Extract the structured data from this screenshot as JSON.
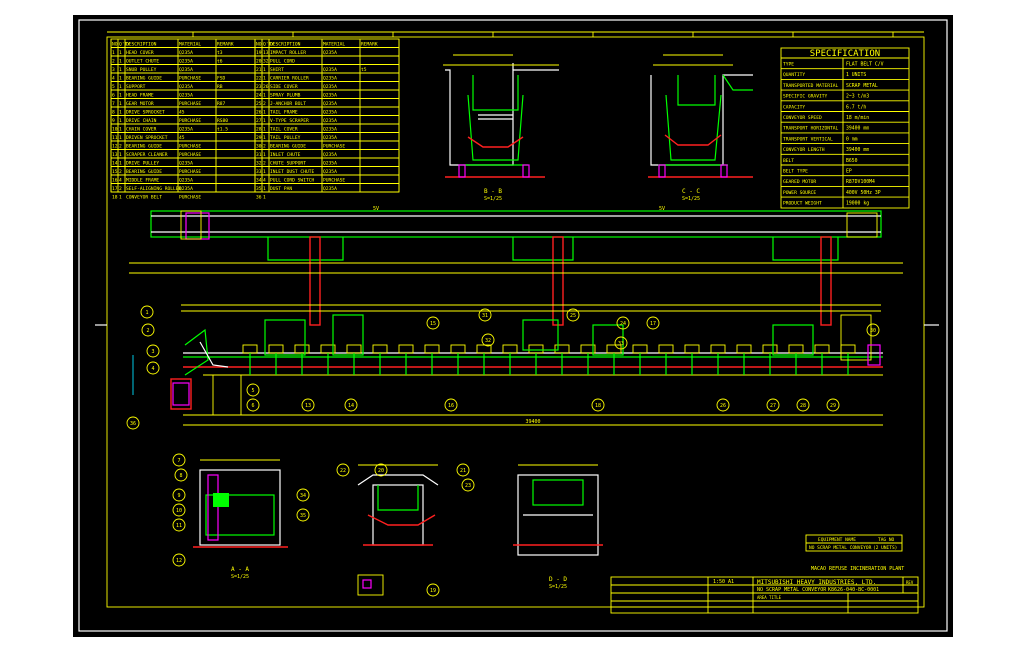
{
  "parts_header": [
    "NO",
    "Q'TY",
    "DESCRIPTION",
    "MATERIAL",
    "REMARK"
  ],
  "parts_left": [
    [
      "1",
      "1",
      "HEAD COVER",
      "Q235A",
      "t3"
    ],
    [
      "2",
      "1",
      "OUTLET CHUTE",
      "Q235A",
      "t6"
    ],
    [
      "3",
      "1",
      "SNUB PULLEY",
      "Q235A",
      ""
    ],
    [
      "4",
      "1",
      "BEARING GUIDE",
      "PURCHASE",
      "FSD"
    ],
    [
      "5",
      "1",
      "SUPPORT",
      "Q235A",
      "RB"
    ],
    [
      "6",
      "1",
      "HEAD FRAME",
      "Q235A",
      ""
    ],
    [
      "7",
      "1",
      "GEAR MOTOR",
      "PURCHASE",
      "R87"
    ],
    [
      "8",
      "1",
      "DRIVE SPROCKET",
      "45",
      ""
    ],
    [
      "9",
      "1",
      "DRIVE CHAIN",
      "PURCHASE",
      "RS80"
    ],
    [
      "10",
      "1",
      "CHAIN COVER",
      "Q235A",
      "t1.5"
    ],
    [
      "11",
      "1",
      "DRIVEN SPROCKET",
      "45",
      ""
    ],
    [
      "12",
      "2",
      "BEARING GUIDE",
      "PURCHASE",
      ""
    ],
    [
      "13",
      "1",
      "SCRAPER CLEANER",
      "PURCHASE",
      ""
    ],
    [
      "14",
      "1",
      "DRIVE PULLEY",
      "Q235A",
      ""
    ],
    [
      "15",
      "2",
      "BEARING GUIDE",
      "PURCHASE",
      ""
    ],
    [
      "16",
      "4",
      "MIDDLE FRAME",
      "Q235A",
      ""
    ],
    [
      "17",
      "2",
      "SELF-ALIGNING ROLLER",
      "Q235A",
      ""
    ],
    [
      "18",
      "1",
      "CONVEYOR BELT",
      "PURCHASE",
      ""
    ]
  ],
  "parts_right": [
    [
      "19",
      "13",
      "IMPACT ROLLER",
      "Q235A",
      ""
    ],
    [
      "20",
      "32",
      "PULL CORD",
      "",
      ""
    ],
    [
      "21",
      "1",
      "SHIRT",
      "Q235A",
      "t5"
    ],
    [
      "22",
      "1",
      "CARRIER ROLLER",
      "Q235A",
      ""
    ],
    [
      "23",
      "26",
      "SIDE COVER",
      "Q235A",
      ""
    ],
    [
      "24",
      "1",
      "SPRAY PLUMB",
      "Q235A",
      ""
    ],
    [
      "25",
      "2",
      "J-ANCHOR BOLT",
      "Q235A",
      ""
    ],
    [
      "26",
      "1",
      "TAIL FRAME",
      "Q235A",
      ""
    ],
    [
      "27",
      "1",
      "V-TYPE SCRAPER",
      "Q235A",
      ""
    ],
    [
      "28",
      "1",
      "TAIL COVER",
      "Q235A",
      ""
    ],
    [
      "29",
      "1",
      "TAIL PULLEY",
      "Q235A",
      ""
    ],
    [
      "30",
      "2",
      "BEARING GUIDE",
      "PURCHASE",
      ""
    ],
    [
      "31",
      "1",
      "INLET CHUTE",
      "Q235A",
      ""
    ],
    [
      "32",
      "2",
      "CHUTE SUPPORT",
      "Q235A",
      ""
    ],
    [
      "33",
      "1",
      "INLET DUST CHUTE",
      "Q235A",
      ""
    ],
    [
      "34",
      "4",
      "PULL CORD SWITCH",
      "PURCHASE",
      ""
    ],
    [
      "35",
      "1",
      "DUST PAN",
      "Q235A",
      ""
    ],
    [
      "36",
      "1",
      "",
      "",
      ""
    ]
  ],
  "spec": {
    "title": "SPECIFICATION",
    "rows": [
      [
        "TYPE",
        "FLAT BELT C/V"
      ],
      [
        "QUANTITY",
        "1 UNITS"
      ],
      [
        "TRANSPORTED MATERIAL",
        "SCRAP METAL"
      ],
      [
        "SPECIFIC GRAVITY",
        "2~3 t/m3"
      ],
      [
        "CAPACITY",
        "6.7 t/h"
      ],
      [
        "CONVEYOR SPEED",
        "18 m/min"
      ],
      [
        "TRANSPORT HORIZONTAL",
        "39400 mm"
      ],
      [
        "TRANSPORT VERTICAL",
        "0 mm"
      ],
      [
        "CONVEYOR LENGTH",
        "39400 mm"
      ],
      [
        "BELT",
        "B650"
      ],
      [
        "BELT TYPE",
        "EP"
      ],
      [
        "GEARED MOTOR",
        "R87DV100M4"
      ],
      [
        "POWER SOURCE",
        "400V 50Hz 3P"
      ],
      [
        "PRODUCT WEIGHT",
        "19000 kg"
      ]
    ]
  },
  "views": {
    "section_b": "B - B",
    "section_c": "C - C",
    "section_a": "A - A",
    "section_d": "D - D",
    "scale": "S=1/25",
    "dim_main": "39400"
  },
  "balloons": [
    "1",
    "2",
    "3",
    "4",
    "5",
    "6",
    "7",
    "8",
    "9",
    "10",
    "11",
    "12",
    "13",
    "14",
    "15",
    "16",
    "17",
    "18",
    "19",
    "20",
    "21",
    "22",
    "23",
    "24",
    "25",
    "26",
    "27",
    "28",
    "29",
    "30",
    "31",
    "32",
    "33",
    "34",
    "35",
    "36"
  ],
  "equipment": {
    "name_label": "EQUIPMENT NAME",
    "name_value": "TAG NO",
    "item": "NO SCRAP METAL CONVEYOR",
    "tag": "(2 UNITS)"
  },
  "plant": "MACAO REFUSE INCINERATION PLANT",
  "title_block": {
    "company": "MITSUBISHI HEAVY INDUSTRIES, LTD.",
    "scale": "1:50 A1",
    "drawing_title": "NO SCRAP METAL CONVEYOR",
    "drawing_no": "K8626-040-BC-0001",
    "sheet": "AREA TITLE",
    "rev_label": "REV"
  }
}
